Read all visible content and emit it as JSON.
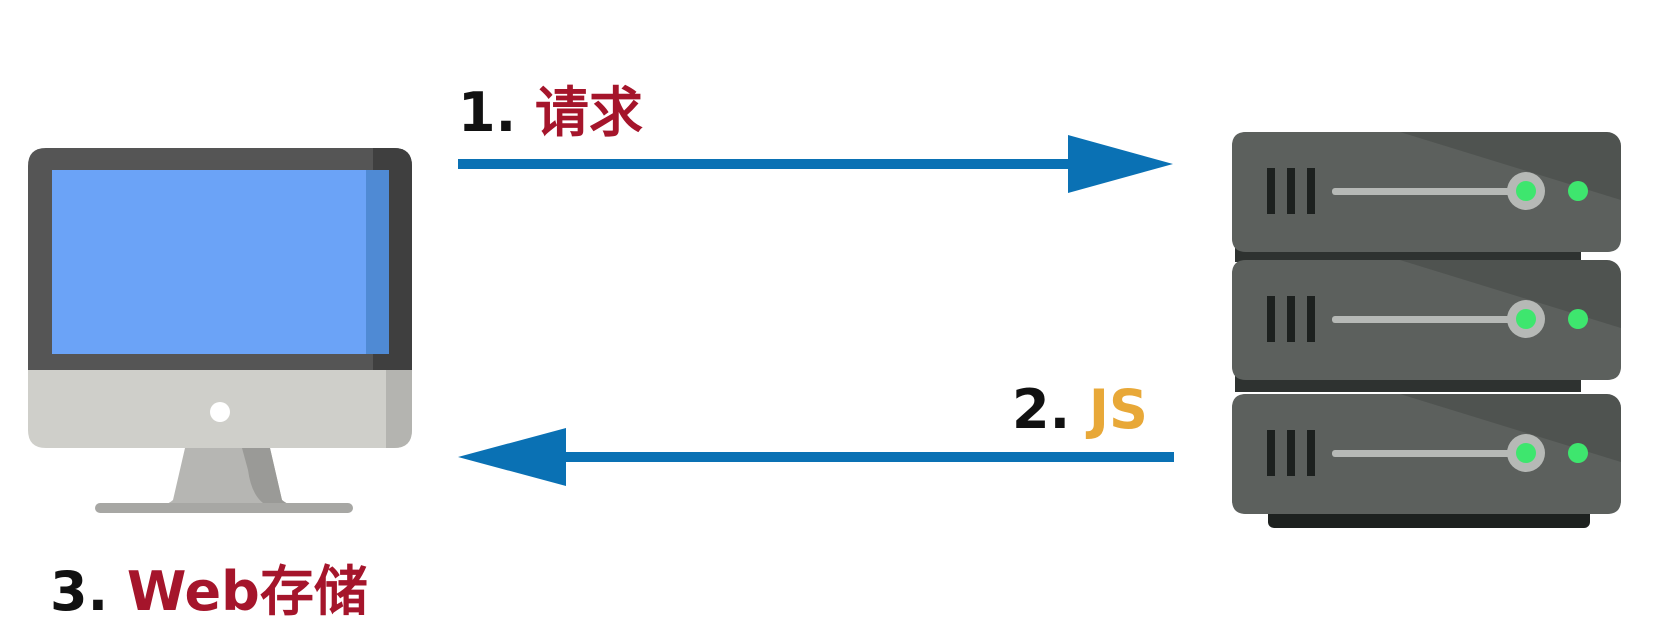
{
  "steps": {
    "request": {
      "number": "1.",
      "text": "请求"
    },
    "js": {
      "number": "2.",
      "text": "JS"
    },
    "storage": {
      "number": "3.",
      "text": "Web存储"
    }
  },
  "colors": {
    "arrow": "#0a71b4",
    "request_text": "#a5152b",
    "js_text": "#e8a838",
    "storage_text": "#a5152b",
    "number_text": "#111111",
    "screen": "#6ba3f7",
    "monitor_bezel": "#555555",
    "monitor_chin": "#cfcfca",
    "server_body": "#4f5350",
    "server_led": "#3ee66e"
  },
  "icons": {
    "client": "desktop-monitor-icon",
    "server": "server-rack-icon"
  }
}
